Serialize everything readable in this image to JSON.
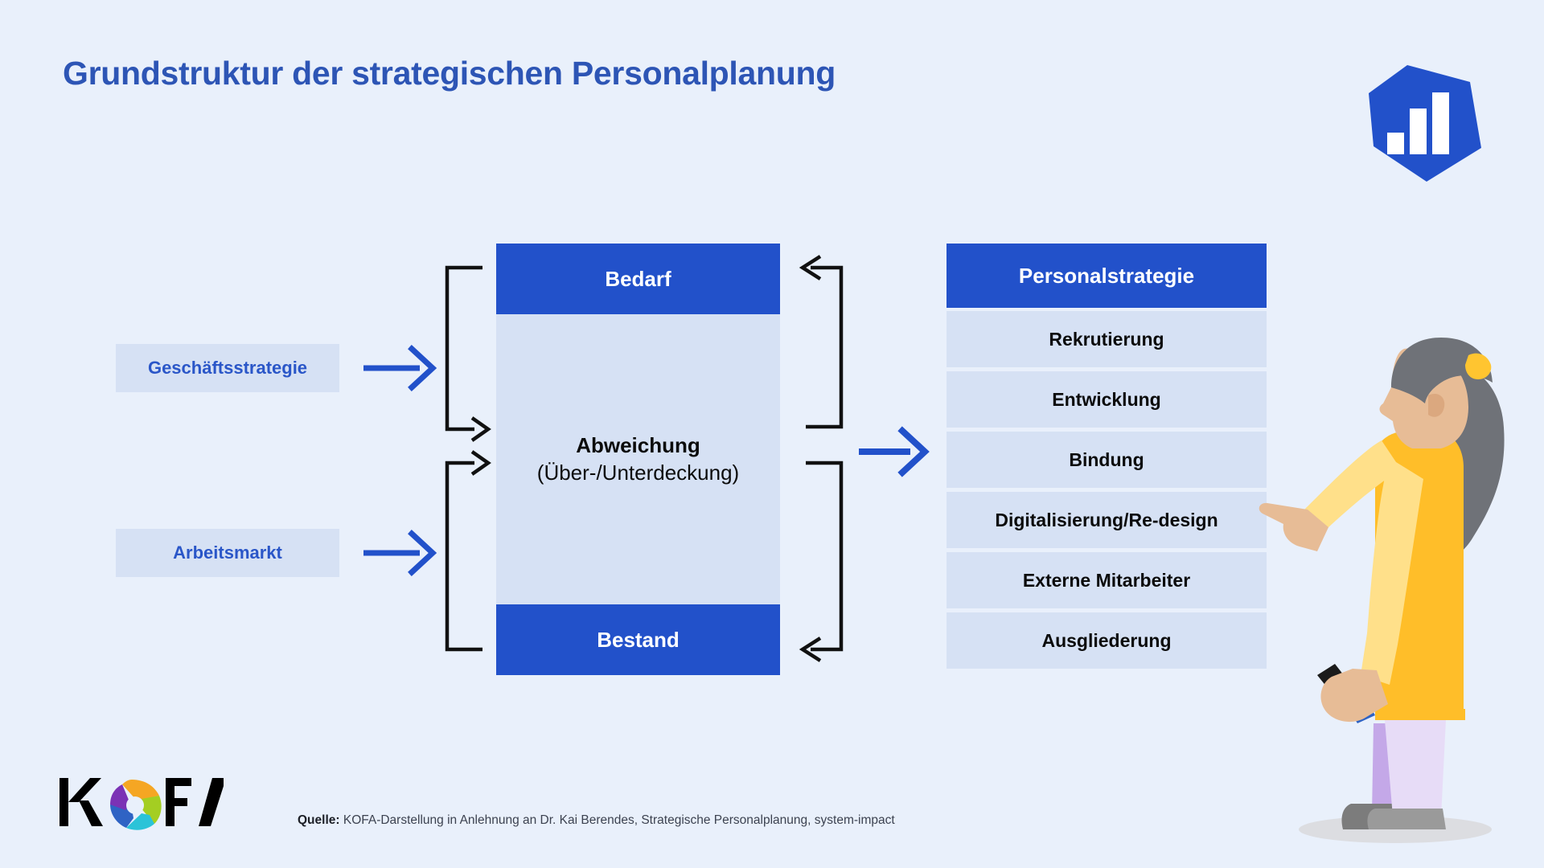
{
  "page": {
    "title": "Grundstruktur der strategischen Personalplanung",
    "background_color": "#e9f0fb",
    "accent_color": "#2251ca",
    "title_color": "#2d55b5",
    "panel_color": "#d6e1f4"
  },
  "badge": {
    "icon": "bar-chart-badge-icon",
    "shape_color": "#2251ca",
    "bar_color": "#ffffff"
  },
  "inputs": [
    {
      "label": "Geschäftsstrategie"
    },
    {
      "label": "Arbeitsmarkt"
    }
  ],
  "middle": {
    "top_label": "Bedarf",
    "bottom_label": "Bestand",
    "body_line1": "Abweichung",
    "body_line2": "(Über-/Unterdeckung)"
  },
  "strategy": {
    "header": "Personalstrategie",
    "items": [
      {
        "label": "Rekrutierung"
      },
      {
        "label": "Entwicklung"
      },
      {
        "label": "Bindung"
      },
      {
        "label": "Digitalisierung/Re-design"
      },
      {
        "label": "Externe Mitarbeiter"
      },
      {
        "label": "Ausgliederung"
      }
    ]
  },
  "logo": {
    "text_left": "K",
    "text_right": "FA",
    "aperture_colors": [
      "#f5a623",
      "#a4ce22",
      "#2bc3d8",
      "#2f63c4",
      "#7b32b5"
    ]
  },
  "source": {
    "prefix": "Quelle:",
    "text": " KOFA-Darstellung in Anlehnung an Dr. Kai Berendes, Strategische Personalplanung, system-impact"
  },
  "illustration": {
    "name": "woman-pointing-at-chart",
    "hair_color": "#6f7278",
    "hairband_color": "#ffc530",
    "skin_color": "#e7bc96",
    "shirt_color": "#ffbe29",
    "sleeve_color": "#ffe08a",
    "pants_color": "#e7dcf7",
    "pants_shadow_color": "#c4a8e8",
    "shoe_color": "#9a9a9a",
    "marker_color": "#2f63c4"
  }
}
